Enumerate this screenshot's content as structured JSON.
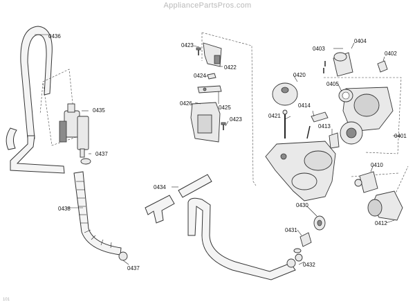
{
  "watermark": "AppliancePartsPros.com",
  "footer_mark": "101",
  "parts": {
    "p0436": "0436",
    "p0435": "0435",
    "p0437a": "0437",
    "p0437b": "0437",
    "p0438": "0438",
    "p0423a": "0423",
    "p0422": "0422",
    "p0424": "0424",
    "p0425": "0425",
    "p0426": "0426",
    "p0423b": "0423",
    "p0420": "0420",
    "p0421": "0421",
    "p0414": "0414",
    "p0413": "0413",
    "p0405": "0405",
    "p0403": "0403",
    "p0404": "0404",
    "p0402": "0402",
    "p0401": "0401",
    "p0410": "0410",
    "p0434": "0434",
    "p0430": "0430",
    "p0412": "0412",
    "p0431": "0431",
    "p0432": "0432"
  }
}
